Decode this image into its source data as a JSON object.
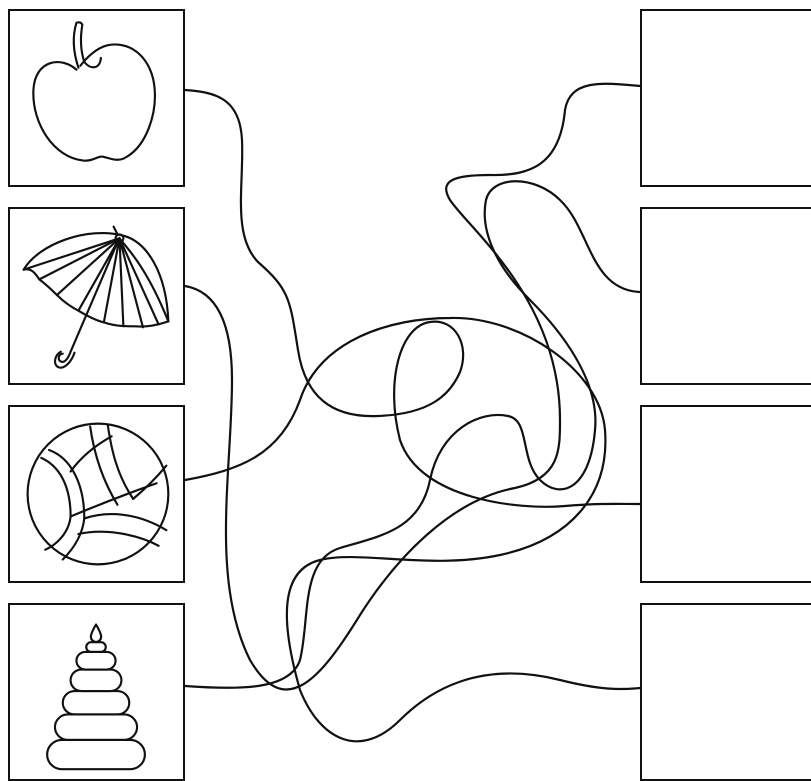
{
  "worksheet": {
    "left_items": [
      {
        "id": "apple",
        "icon": "apple-icon"
      },
      {
        "id": "umbrella",
        "icon": "umbrella-icon"
      },
      {
        "id": "volleyball",
        "icon": "volleyball-icon"
      },
      {
        "id": "pyramid",
        "icon": "ring-pyramid-icon"
      }
    ],
    "right_boxes": [
      "empty",
      "empty",
      "empty",
      "empty"
    ],
    "paths_count": 4,
    "line_color": "#111111",
    "background_color": "#ffffff"
  }
}
